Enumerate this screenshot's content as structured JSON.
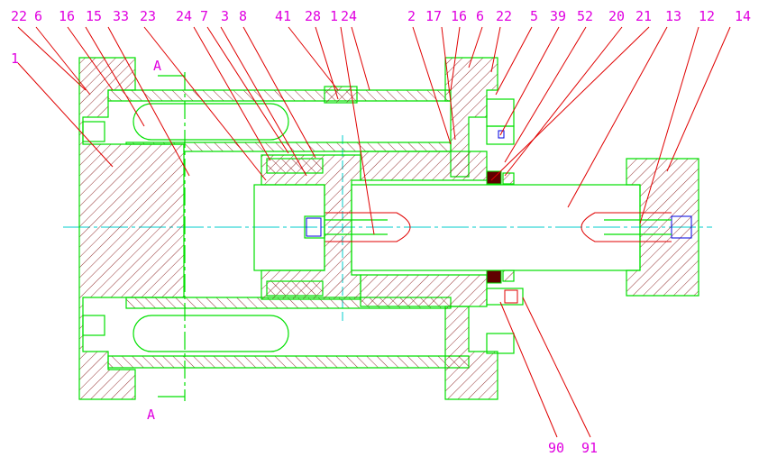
{
  "labels": {
    "l22a": "22",
    "l6a": "6",
    "l16a": "16",
    "l15": "15",
    "l33": "33",
    "l23": "23",
    "l24a": "24",
    "l7": "7",
    "l3": "3",
    "l8": "8",
    "l41": "41",
    "l28": "28",
    "l1b": "1",
    "l24b": "24",
    "l2": "2",
    "l17": "17",
    "l16b": "16",
    "l6b": "6",
    "l22b": "22",
    "l5": "5",
    "l39": "39",
    "l52": "52",
    "l20": "20",
    "l21": "21",
    "l13": "13",
    "l12": "12",
    "l14": "14",
    "l1a": "1",
    "l90": "90",
    "l91": "91",
    "sectionTop": "A",
    "sectionBottom": "A"
  },
  "colors": {
    "outline": "#00e000",
    "leader": "#e00000",
    "centerline": "#00cccc",
    "label": "#e000e0",
    "fastener": "#0000e0"
  }
}
